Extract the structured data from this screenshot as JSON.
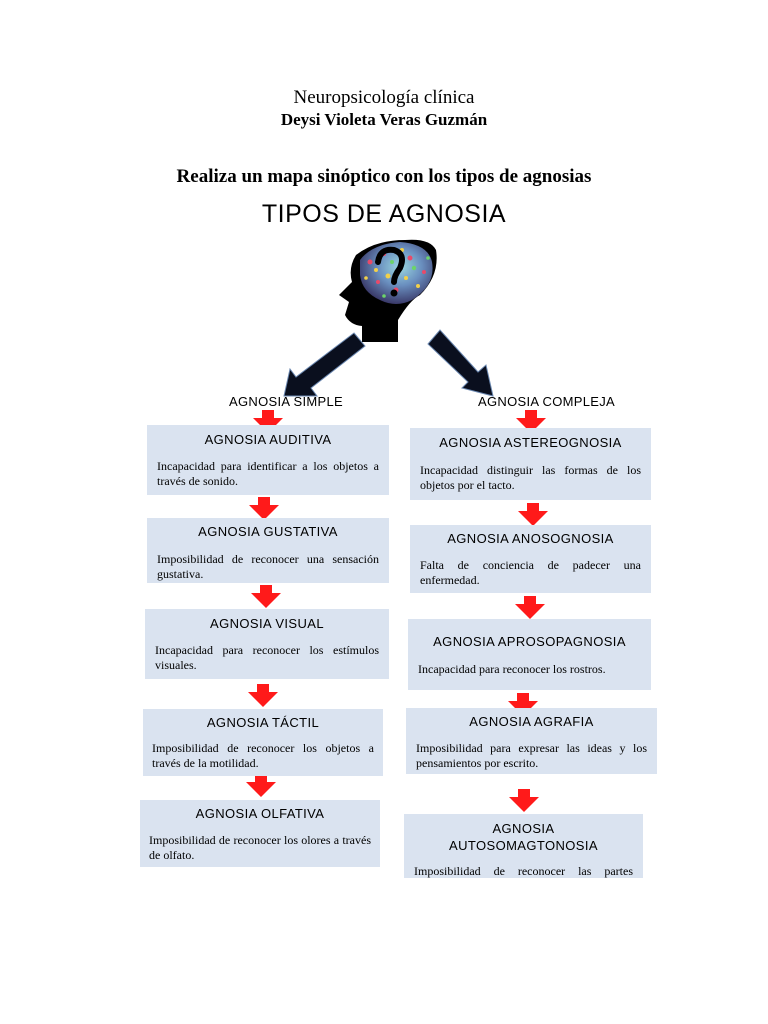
{
  "header": {
    "course": "Neuropsicología clínica",
    "author": "Deysi Violeta Veras Guzmán",
    "task": "Realiza un mapa sinóptico con los tipos de agnosias"
  },
  "map": {
    "title": "TIPOS DE AGNOSIA",
    "left_branch": "AGNOSIA SIMPLE",
    "right_branch": "AGNOSIA COMPLEJA",
    "left": [
      {
        "title": "AGNOSIA AUDITIVA",
        "desc": "Incapacidad para identificar a los objetos a través de sonido."
      },
      {
        "title": "AGNOSIA GUSTATIVA",
        "desc": "Imposibilidad de reconocer una sensación gustativa."
      },
      {
        "title": "AGNOSIA VISUAL",
        "desc": "Incapacidad para reconocer los estímulos visuales."
      },
      {
        "title": "AGNOSIA TÁCTIL",
        "desc": "Imposibilidad de reconocer los objetos a través de la motilidad."
      },
      {
        "title": "AGNOSIA OLFATIVA",
        "desc": "Imposibilidad de reconocer los olores a través de olfato."
      }
    ],
    "right": [
      {
        "title": "AGNOSIA ASTEREOGNOSIA",
        "desc": "Incapacidad distinguir las formas de los objetos por el tacto."
      },
      {
        "title": "AGNOSIA ANOSOGNOSIA",
        "desc": "Falta de conciencia de padecer una enfermedad."
      },
      {
        "title": "AGNOSIA APROSOPAGNOSIA",
        "desc": "Incapacidad para reconocer los rostros."
      },
      {
        "title": "AGNOSIA AGRAFIA",
        "desc": "Imposibilidad para expresar las ideas y los pensamientos por escrito."
      },
      {
        "title": "AGNOSIA AUTOSOMAGTONOSIA",
        "desc": "Imposibilidad de reconocer las partes"
      }
    ]
  },
  "colors": {
    "box": "#dae3f0",
    "arrow": "#ff0000",
    "dark_arrow": "#0a0f1e"
  }
}
